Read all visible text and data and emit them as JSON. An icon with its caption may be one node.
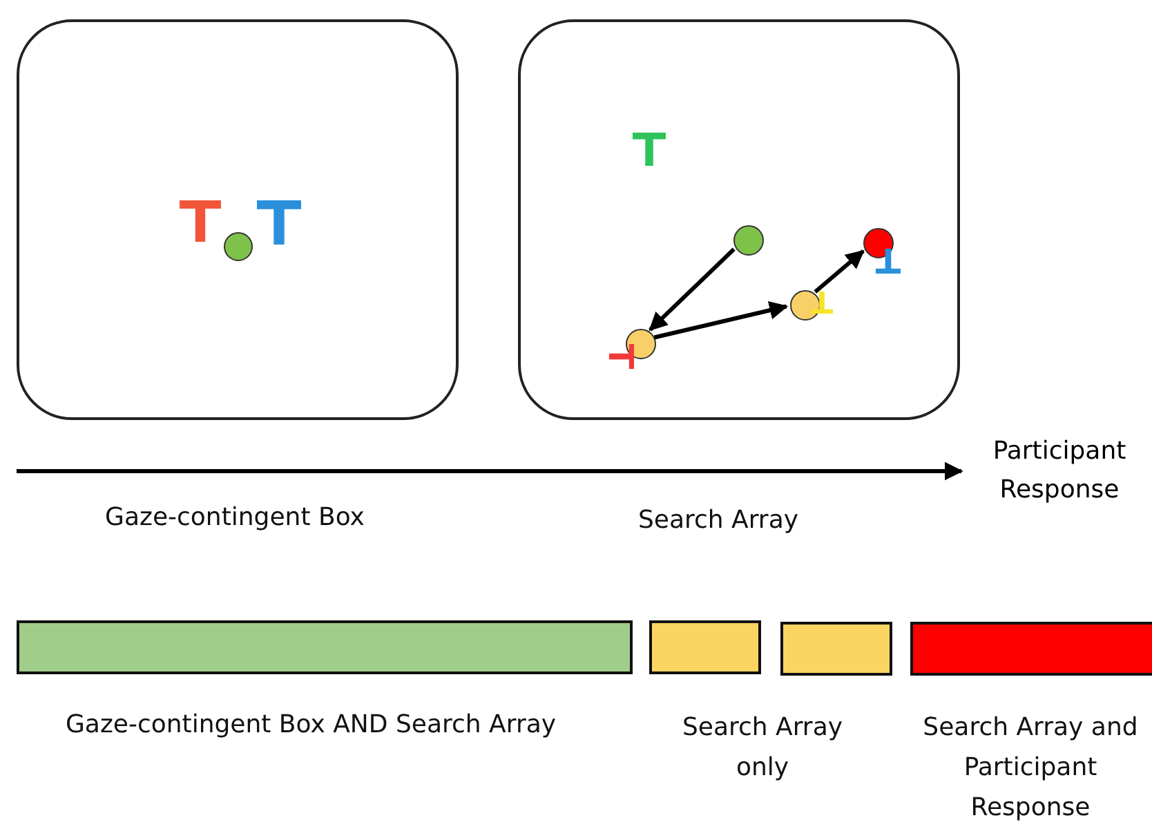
{
  "diagram": {
    "nodes": [
      {
        "text": [],
        "shape": "box"
      },
      {
        "text": [],
        "shape": "circle",
        "in": 0
      },
      {
        "text": [],
        "shape": "box"
      },
      {
        "text": [],
        "shape": "circle",
        "in": 2
      },
      {
        "text": [],
        "shape": "circle",
        "in": 2
      },
      {
        "text": [],
        "shape": "circle",
        "in": 2
      },
      {
        "text": [],
        "shape": "circle",
        "in": 2
      },
      {
        "text": [
          "Participant Response"
        ]
      },
      {
        "text": [],
        "shape": "bar"
      },
      {
        "text": [],
        "shape": "bar"
      },
      {
        "text": [],
        "shape": "bar"
      },
      {
        "text": [],
        "shape": "bar"
      }
    ],
    "edges": [
      {
        "from": 3,
        "to": 4,
        "arrow": "to"
      },
      {
        "from": 4,
        "to": 5,
        "arrow": "to"
      },
      {
        "from": 5,
        "to": 6,
        "arrow": "to"
      },
      {
        "from": null,
        "to": 7,
        "arrow": "to"
      }
    ],
    "labels": [
      "Gaze-contingent Box",
      "Search Array",
      "Gaze-contingent Box AND Search Array",
      "Search Array only",
      "Search Array and Participant Response"
    ]
  }
}
